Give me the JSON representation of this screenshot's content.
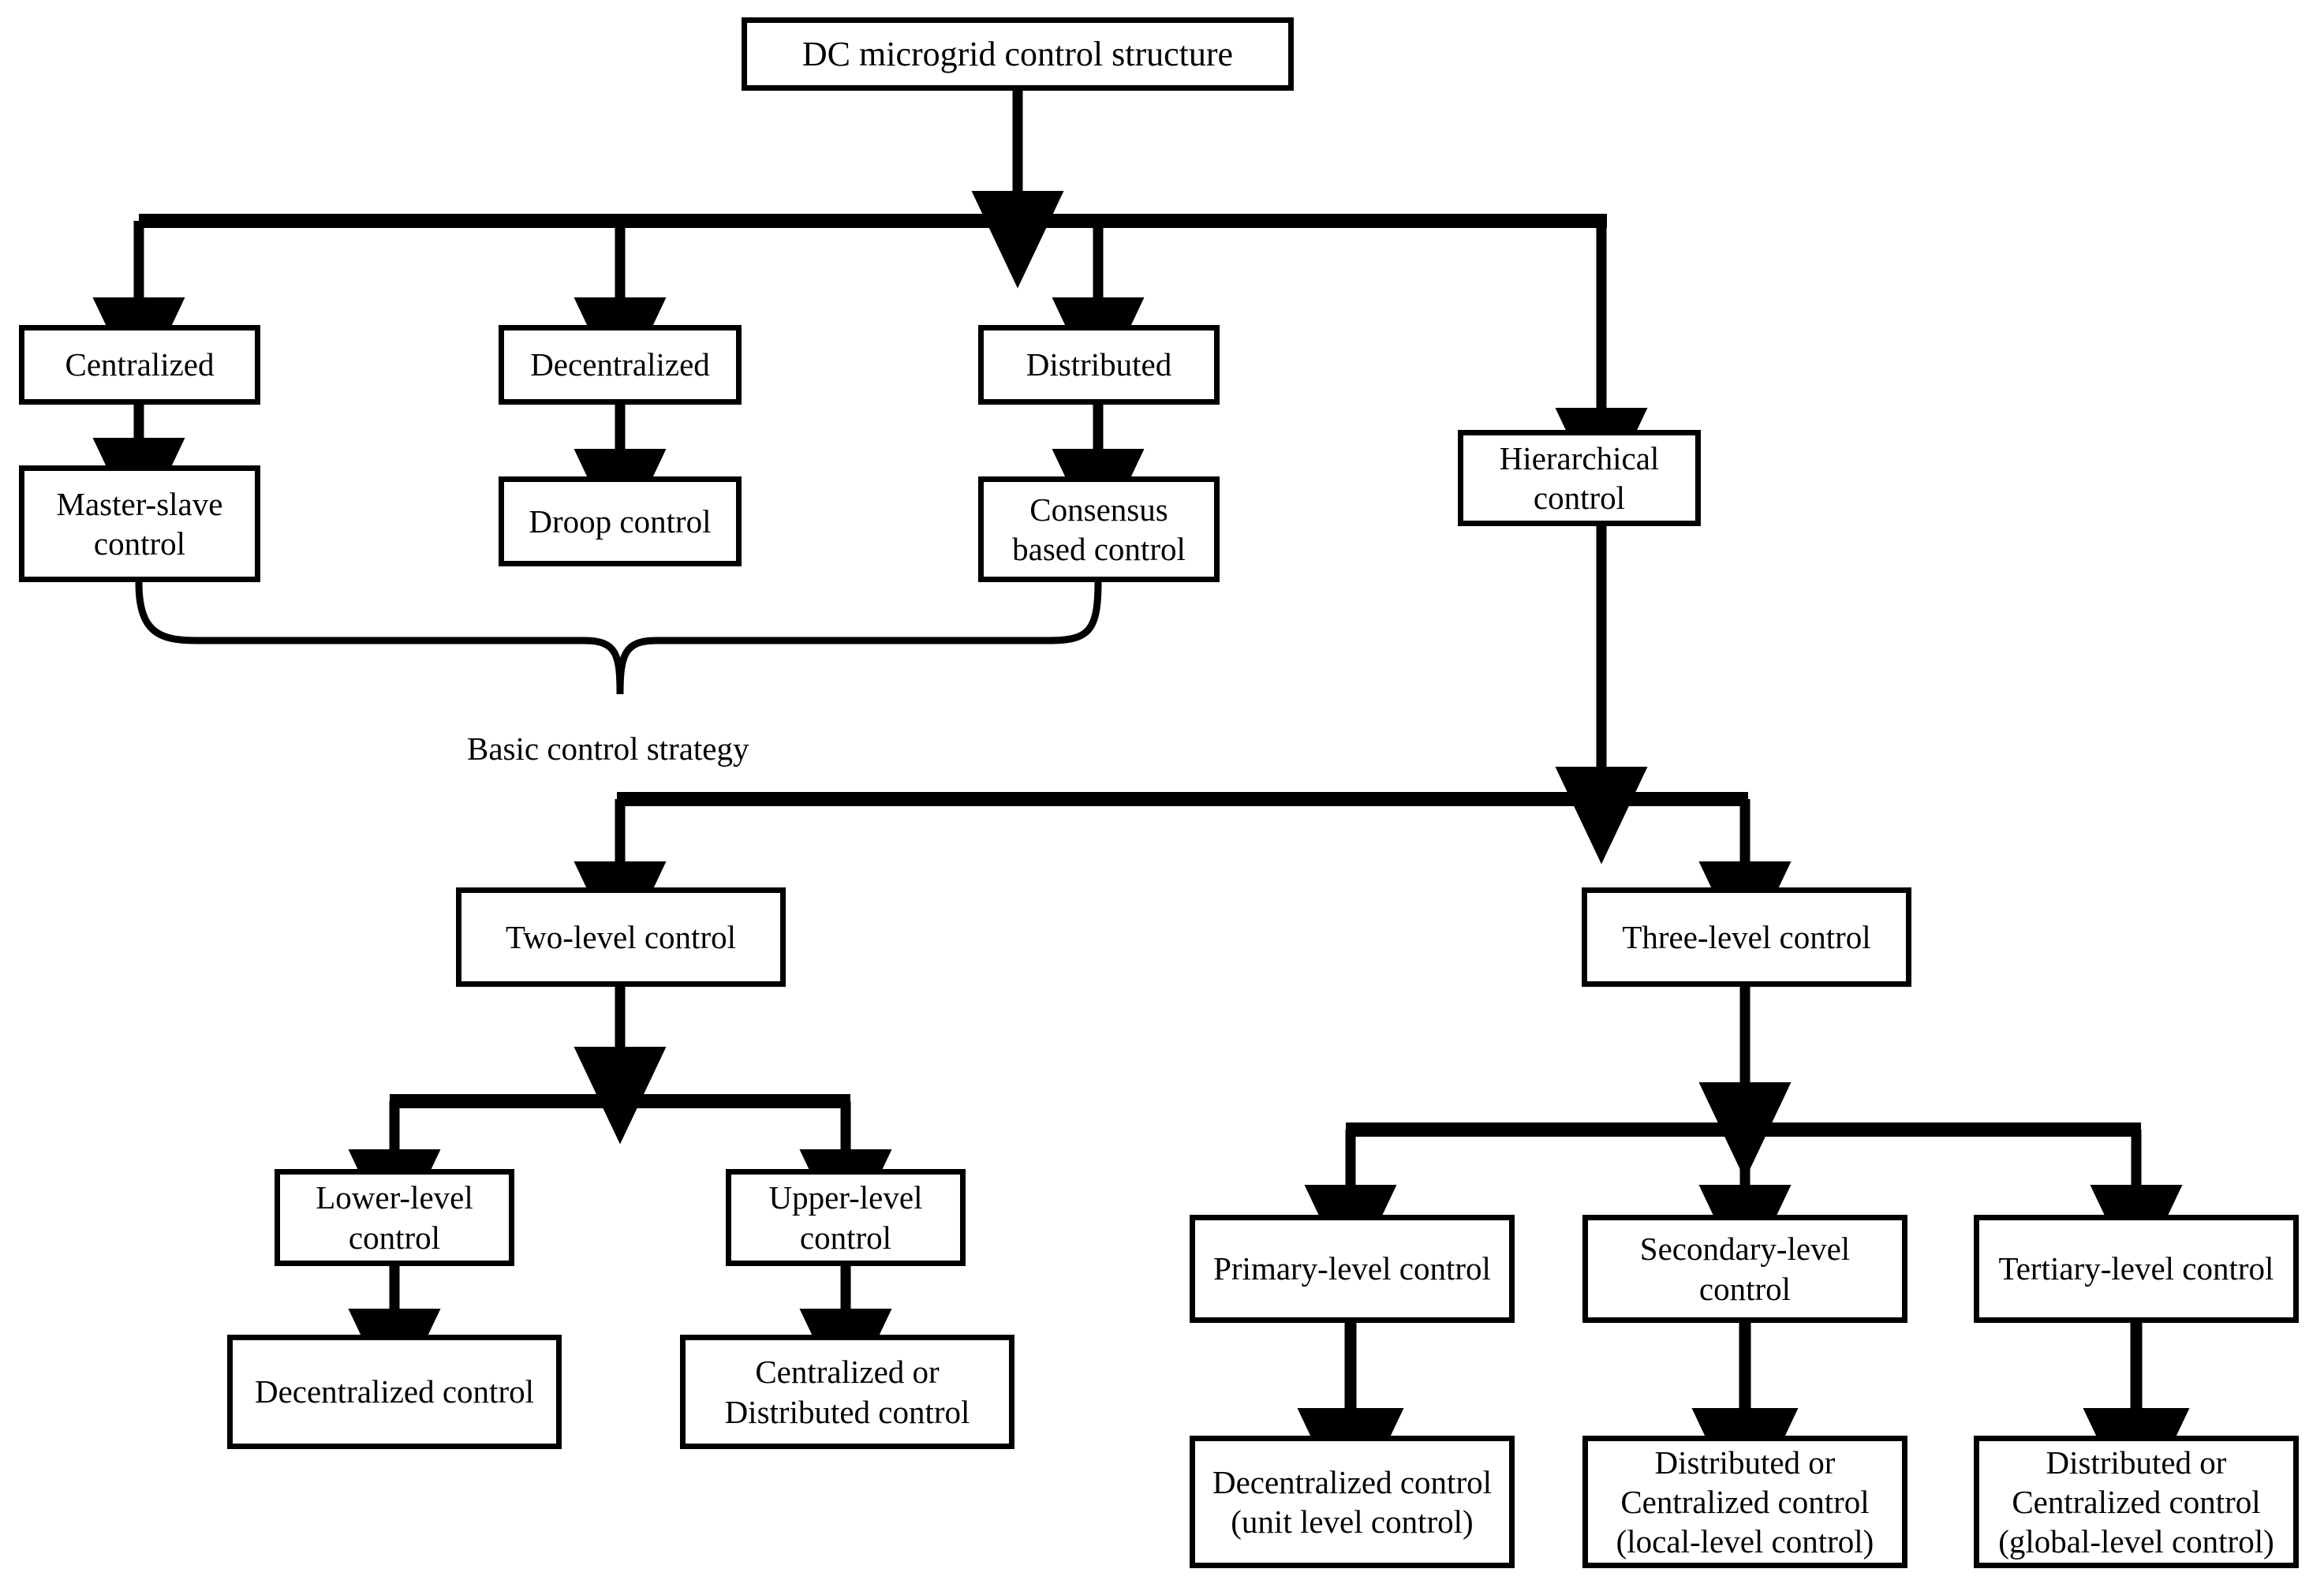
{
  "figure": {
    "type": "flowchart",
    "title_node": "DC microgrid control structure",
    "orientation": "top-down",
    "line_color": "#000000",
    "box_fill": "#ffffff",
    "box_border_color": "#000000"
  },
  "labels": {
    "brace_label": "Basic control strategy"
  },
  "nodes": {
    "root": "DC microgrid control structure",
    "centralized": "Centralized",
    "decentralized": "Decentralized",
    "distributed": "Distributed",
    "hierarchical": "Hierarchical\ncontrol",
    "master_slave": "Master-slave\ncontrol",
    "droop": "Droop control",
    "consensus": "Consensus\nbased control",
    "two_level": "Two-level control",
    "three_level": "Three-level control",
    "lower_level": "Lower-level\ncontrol",
    "upper_level": "Upper-level\ncontrol",
    "decentralized_control": "Decentralized control",
    "centralized_or_distributed": "Centralized or\nDistributed control",
    "primary_level": "Primary-level control",
    "secondary_level": "Secondary-level\ncontrol",
    "tertiary_level": "Tertiary-level control",
    "primary_child": "Decentralized control\n(unit level control)",
    "secondary_child": "Distributed or\nCentralized control\n(local-level control)",
    "tertiary_child": "Distributed or\nCentralized control\n(global-level control)"
  },
  "edges": [
    {
      "from": "root",
      "to": "bus-1"
    },
    {
      "from": "bus-1",
      "to": "centralized"
    },
    {
      "from": "bus-1",
      "to": "decentralized"
    },
    {
      "from": "bus-1",
      "to": "distributed"
    },
    {
      "from": "bus-1",
      "to": "hierarchical"
    },
    {
      "from": "centralized",
      "to": "master_slave"
    },
    {
      "from": "decentralized",
      "to": "droop"
    },
    {
      "from": "distributed",
      "to": "consensus"
    },
    {
      "from": "master_slave",
      "to": "brace"
    },
    {
      "from": "consensus",
      "to": "brace"
    },
    {
      "from": "hierarchical",
      "to": "bus-2"
    },
    {
      "from": "bus-2",
      "to": "two_level"
    },
    {
      "from": "bus-2",
      "to": "three_level"
    },
    {
      "from": "two_level",
      "to": "bus-3"
    },
    {
      "from": "bus-3",
      "to": "lower_level"
    },
    {
      "from": "bus-3",
      "to": "upper_level"
    },
    {
      "from": "lower_level",
      "to": "decentralized_control"
    },
    {
      "from": "upper_level",
      "to": "centralized_or_distributed"
    },
    {
      "from": "three_level",
      "to": "bus-4"
    },
    {
      "from": "bus-4",
      "to": "primary_level"
    },
    {
      "from": "bus-4",
      "to": "secondary_level"
    },
    {
      "from": "bus-4",
      "to": "tertiary_level"
    },
    {
      "from": "primary_level",
      "to": "primary_child"
    },
    {
      "from": "secondary_level",
      "to": "secondary_child"
    },
    {
      "from": "tertiary_level",
      "to": "tertiary_child"
    }
  ]
}
